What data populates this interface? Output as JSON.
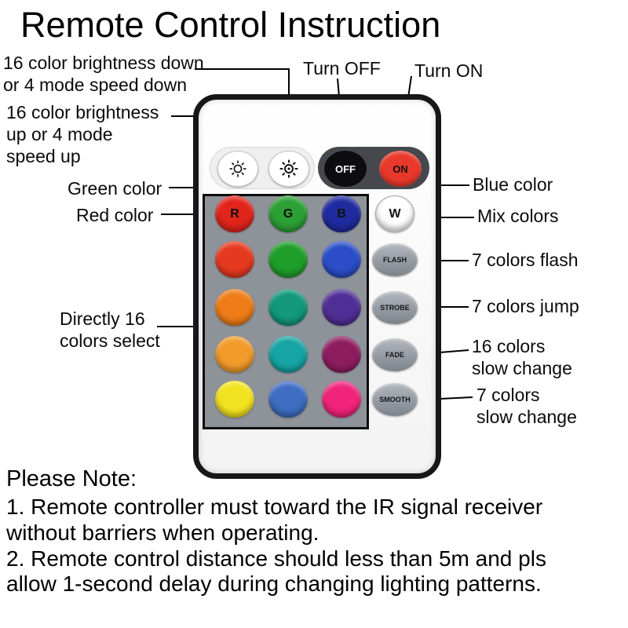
{
  "title": "Remote Control Instruction",
  "annotations": {
    "brightness_down": "16 color brightness down\nor 4 mode speed down",
    "brightness_up": "16 color brightness\nup or 4 mode\nspeed up",
    "turn_off": "Turn OFF",
    "turn_on": "Turn ON",
    "green": "Green color",
    "red": "Red color",
    "blue": "Blue color",
    "mix": "Mix colors",
    "flash": "7 colors flash",
    "jump": "7 colors jump",
    "fade": "16 colors\nslow change",
    "smooth": "7 colors\nslow change",
    "direct_select": "Directly 16\ncolors select"
  },
  "remote": {
    "power_off_label": "OFF",
    "power_on_label": "ON",
    "power_off_color": "#0d0d0f",
    "power_on_color": "#e8392b",
    "letter_buttons": [
      {
        "label": "R",
        "color": "#e2251b"
      },
      {
        "label": "G",
        "color": "#2c9f35"
      },
      {
        "label": "B",
        "color": "#1f2b9e"
      },
      {
        "label": "W",
        "color": "#ffffff"
      }
    ],
    "mode_buttons": [
      "FLASH",
      "STROBE",
      "FADE",
      "SMOOTH"
    ],
    "color_rows": [
      [
        "#e53a20",
        "#1f9e2a",
        "#2b4ec8"
      ],
      [
        "#ee7d18",
        "#13987a",
        "#4f2f95"
      ],
      [
        "#f19b2b",
        "#16a4a4",
        "#8e1d60"
      ],
      [
        "#f2e320",
        "#3f6dc2",
        "#f1247b"
      ]
    ]
  },
  "notes": {
    "heading": "Please Note:",
    "note1": "1. Remote controller must toward the IR signal receiver\nwithout barriers when operating.",
    "note2": "2. Remote control distance should less than 5m and pls\nallow 1-second delay during changing lighting patterns."
  }
}
